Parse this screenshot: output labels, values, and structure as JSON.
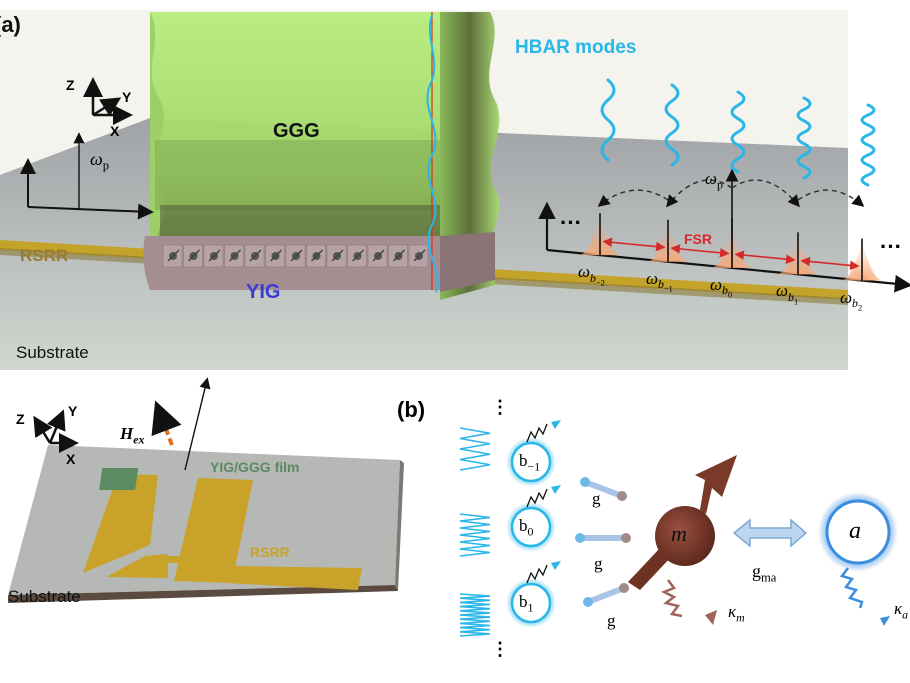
{
  "panel_a": {
    "label": "(a)",
    "axes_label_z": "Z",
    "axes_label_y": "Y",
    "axes_label_x": "X",
    "pump_label_main": "ω",
    "pump_label_sub": "p",
    "ggg_label": "GGG",
    "yig_label": "YIG",
    "rsrr_label": "RSRR",
    "substrate_label": "Substrate",
    "hbar_title": "HBAR modes",
    "spectrum": {
      "pump_label_main": "ω",
      "pump_label_sub": "p",
      "fsr_label": "FSR",
      "ellipsis_left": "···",
      "ellipsis_right": "···",
      "modes": [
        {
          "main": "ω",
          "sub": "b",
          "subsub": "−2"
        },
        {
          "main": "ω",
          "sub": "b",
          "subsub": "−1"
        },
        {
          "main": "ω",
          "sub": "b",
          "subsub": "0"
        },
        {
          "main": "ω",
          "sub": "b",
          "subsub": "1"
        },
        {
          "main": "ω",
          "sub": "b",
          "subsub": "2"
        }
      ]
    },
    "device": {
      "axes_label_z": "Z",
      "axes_label_y": "Y",
      "axes_label_x": "X",
      "field_label_main": "H",
      "field_label_sub": "ex",
      "film_label": "YIG/GGG film",
      "rsrr_label": "RSRR",
      "substrate_label": "Substrate"
    }
  },
  "panel_b": {
    "label": "(b)",
    "phonon_modes": [
      {
        "main": "b",
        "sub": "−1"
      },
      {
        "main": "b",
        "sub": "0"
      },
      {
        "main": "b",
        "sub": "1"
      }
    ],
    "coupling_g": "g",
    "magnon_label": "m",
    "cavity_label": "a",
    "coupling_ma_main": "g",
    "coupling_ma_sub": "ma",
    "kappa_m_main": "κ",
    "kappa_m_sub": "m",
    "kappa_a_main": "κ",
    "kappa_a_sub": "a",
    "ellipsis": "⋮"
  },
  "colors": {
    "hbar_blue": "#29b6e8",
    "ggg_green": "#a8e06a",
    "yig_purple": "#3b3bd8",
    "rsrr_gold": "#c9a22a",
    "rsrr_text": "#9a7d2c",
    "film_green": "#5c8a62",
    "fsr_red": "#d42a2a",
    "magnon_brown": "#7a3a2a",
    "peak_orange": "#f6a878",
    "hex_orange": "#e07020"
  }
}
